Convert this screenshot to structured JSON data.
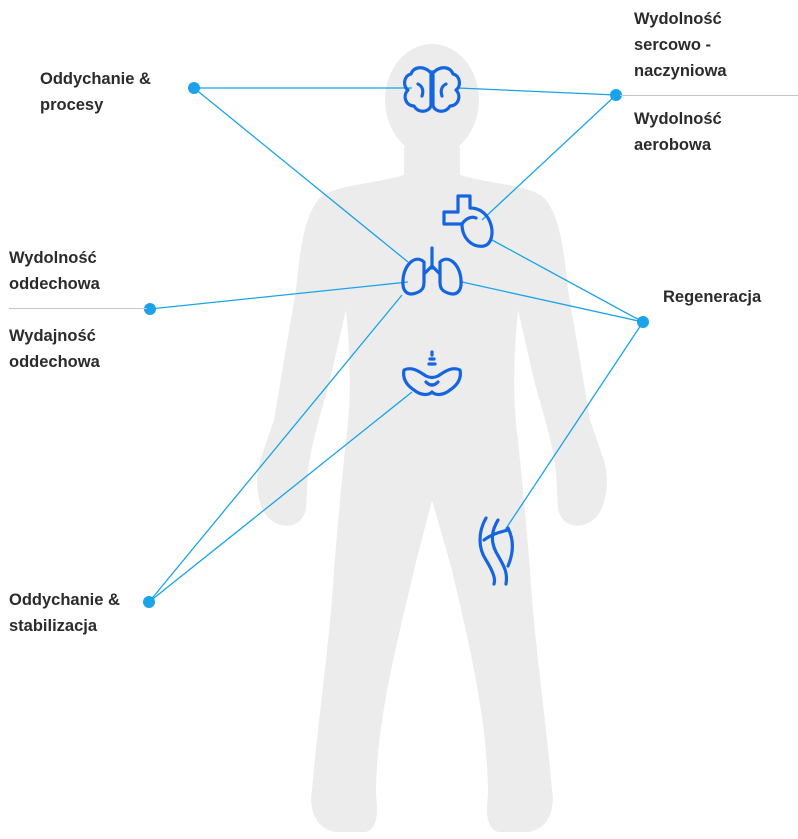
{
  "colors": {
    "accent": "#1aa3e8",
    "icon": "#1565e0",
    "body": "#ececec",
    "text": "#2b2b2b",
    "separator": "#c4c4c4"
  },
  "labels": {
    "oddychanie_procesy": [
      "Oddychanie &",
      "procesy"
    ],
    "wydolnosc_sercowo": [
      "Wydolność",
      "sercowo -",
      "naczyniowa"
    ],
    "wydolnosc_aerobowa": [
      "Wydolność",
      "aerobowa"
    ],
    "wydolnosc_oddechowa": [
      "Wydolność",
      "oddechowa"
    ],
    "wydajnosc_oddechowa": [
      "Wydajność",
      "oddechowa"
    ],
    "regeneracja": [
      "Regeneracja"
    ],
    "oddychanie_stabilizacja": [
      "Oddychanie &",
      "stabilizacja"
    ]
  },
  "icons": {
    "brain": "brain-icon",
    "heart": "heart-icon",
    "lungs": "lungs-icon",
    "pelvis": "pelvis-icon",
    "muscle": "leg-muscle-icon"
  }
}
